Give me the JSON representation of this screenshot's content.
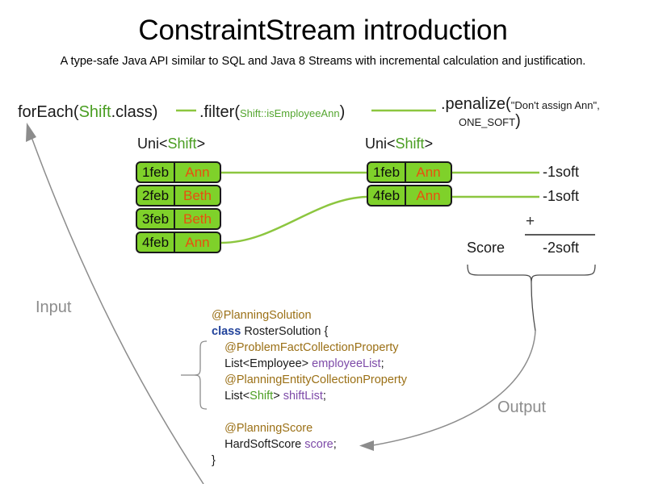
{
  "header": {
    "title": "ConstraintStream introduction",
    "subtitle": "A type-safe Java API similar to SQL and Java 8 Streams with incremental calculation and justification."
  },
  "pipeline": {
    "for_each": {
      "prefix": "forEach(",
      "type": "Shift",
      "suffix": ".class)"
    },
    "filter": {
      "prefix": ".filter(",
      "arg": "Shift::isEmployeeAnn",
      "suffix": ")"
    },
    "penalize": {
      "prefix": ".penalize(",
      "arg1": "\"Don't assign Ann\",",
      "arg2": "ONE_SOFT",
      "suffix": ")"
    }
  },
  "streams": {
    "left": {
      "label_prefix": "Uni<",
      "label_type": "Shift",
      "label_suffix": ">",
      "cards": [
        {
          "date": "1feb",
          "name": "Ann"
        },
        {
          "date": "2feb",
          "name": "Beth"
        },
        {
          "date": "3feb",
          "name": "Beth"
        },
        {
          "date": "4feb",
          "name": "Ann"
        }
      ]
    },
    "right": {
      "label_prefix": "Uni<",
      "label_type": "Shift",
      "label_suffix": ">",
      "cards": [
        {
          "date": "1feb",
          "name": "Ann"
        },
        {
          "date": "4feb",
          "name": "Ann"
        }
      ]
    }
  },
  "score_panel": {
    "penalty_1": "-1soft",
    "penalty_2": "-1soft",
    "operator": "+",
    "score_label": "Score",
    "total": "-2soft"
  },
  "code": {
    "line_1_annotation": "@PlanningSolution",
    "line_2_keyword": "class",
    "line_2_rest": " RosterSolution {",
    "line_3_annotation": "@ProblemFactCollectionProperty",
    "line_4_type": "List<Employee> ",
    "line_4_field": "employeeList",
    "line_4_semi": ";",
    "line_5_annotation": "@PlanningEntityCollectionProperty",
    "line_6_type_a": "List<",
    "line_6_type_generic": "Shift",
    "line_6_type_b": "> ",
    "line_6_field": "shiftList",
    "line_6_semi": ";",
    "line_7_annotation": "@PlanningScore",
    "line_8_type": "HardSoftScore ",
    "line_8_field": "score",
    "line_8_semi": ";",
    "line_9_close": "}"
  },
  "flow_labels": {
    "input": "Input",
    "output": "Output"
  },
  "colors": {
    "card_fill": "#7fd12a",
    "card_border": "#1a1a1a",
    "name_text": "#e8500f",
    "type_green": "#4a9e22",
    "connector_green": "#8cc63f",
    "arrow_gray": "#8c8c8c",
    "annotation_gold": "#9b7016",
    "keyword_blue": "#22439b",
    "field_purple": "#7d4aa8"
  }
}
